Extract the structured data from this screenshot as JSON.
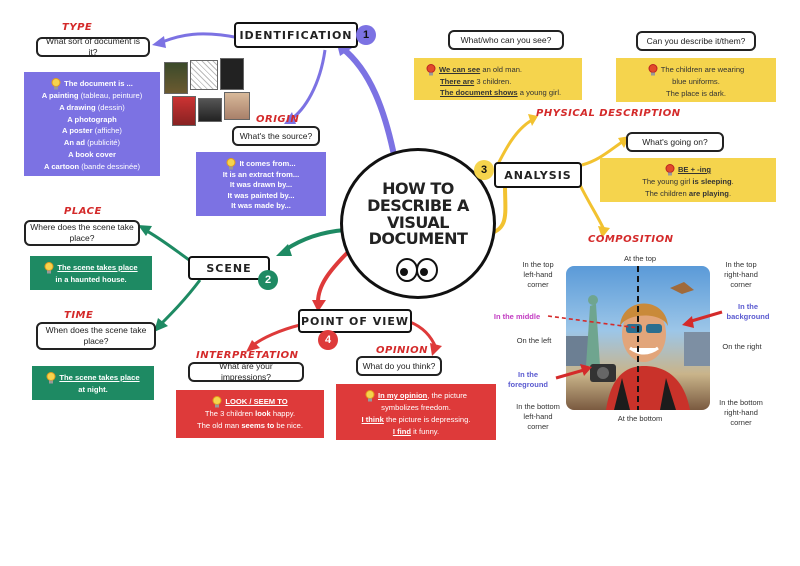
{
  "center": {
    "title": "HOW TO DESCRIBE A VISUAL DOCUMENT"
  },
  "nodes": {
    "identification": {
      "label": "IDENTIFICATION",
      "num": "1"
    },
    "scene": {
      "label": "SCENE",
      "num": "2"
    },
    "analysis": {
      "label": "ANALYSIS",
      "num": "3"
    },
    "point_of_view": {
      "label": "POINT OF VIEW",
      "num": "4"
    }
  },
  "type": {
    "heading": "TYPE",
    "question": "What sort of document is it?",
    "lead": "The document is ...",
    "items": [
      {
        "term": "A painting",
        "gloss": " (tableau, peinture)"
      },
      {
        "term": "A drawing",
        "gloss": " (dessin)"
      },
      {
        "term": "A photograph",
        "gloss": ""
      },
      {
        "term": "A poster",
        "gloss": " (affiche)"
      },
      {
        "term": "An ad",
        "gloss": " (publicité)"
      },
      {
        "term": "A book cover",
        "gloss": ""
      },
      {
        "term": "A cartoon",
        "gloss": " (bande dessinée)"
      }
    ]
  },
  "origin": {
    "heading": "ORIGIN",
    "question": "What's the source?",
    "lines": [
      "It comes from...",
      "It is an extract from...",
      "It was drawn by...",
      "It was painted by...",
      "It was made by..."
    ]
  },
  "place": {
    "heading": "PLACE",
    "question": "Where does the scene take place?",
    "lines": [
      "The scene takes place",
      "in a haunted house."
    ]
  },
  "time": {
    "heading": "TIME",
    "question": "When does the scene take place?",
    "lines": [
      "The scene takes place",
      "at night."
    ]
  },
  "interpretation": {
    "heading": "INTERPRETATION",
    "question": "What are your impressions?",
    "title": "LOOK / SEEM TO",
    "line1": {
      "a": "The 3 children ",
      "b": "look",
      "c": " happy."
    },
    "line2": {
      "a": "The old man ",
      "b": "seems to",
      "c": " be nice."
    }
  },
  "opinion": {
    "heading": "OPINION",
    "question": "What do you think?",
    "line1": {
      "u": "In my opinion",
      "rest": ", the picture"
    },
    "line2": "symbolizes freedom.",
    "line3": {
      "u": "I think",
      "rest": " the picture is depressing."
    },
    "line4": {
      "u": "I find",
      "rest": " it funny."
    }
  },
  "physical": {
    "heading": "PHYSICAL DESCRIPTION",
    "q1": "What/who can you see?",
    "see": [
      {
        "u": "We can see",
        "rest": " an old man."
      },
      {
        "u": "There are",
        "rest": " 3 children."
      },
      {
        "u": "The document shows",
        "rest": " a young girl."
      }
    ],
    "q2": "Can you describe it/them?",
    "describe": [
      "The children are wearing",
      "blue uniforms.",
      "The place is dark."
    ],
    "q3": "What's going on?",
    "going": {
      "title": "BE + -ing",
      "l1": {
        "a": "The young girl ",
        "b": "is sleeping",
        "c": "."
      },
      "l2": {
        "a": "The children ",
        "b": "are playing",
        "c": "."
      }
    }
  },
  "composition": {
    "heading": "COMPOSITION",
    "at_top": "At the top",
    "at_bottom": "At the bottom",
    "on_left": "On the left",
    "on_right": "On the right",
    "top_left": "In the top\nleft-hand\ncorner",
    "top_right": "In the top\nright-hand\ncorner",
    "bottom_left": "In the bottom\nleft-hand\ncorner",
    "bottom_right": "In the bottom\nright-hand\ncorner",
    "middle": "In the middle",
    "background": "In the\nbackground",
    "foreground": "In the\nforeground"
  },
  "colors": {
    "purple": "#7c72e3",
    "yellow": "#f5d44d",
    "green": "#1e8a63",
    "red": "#de3a3a"
  }
}
